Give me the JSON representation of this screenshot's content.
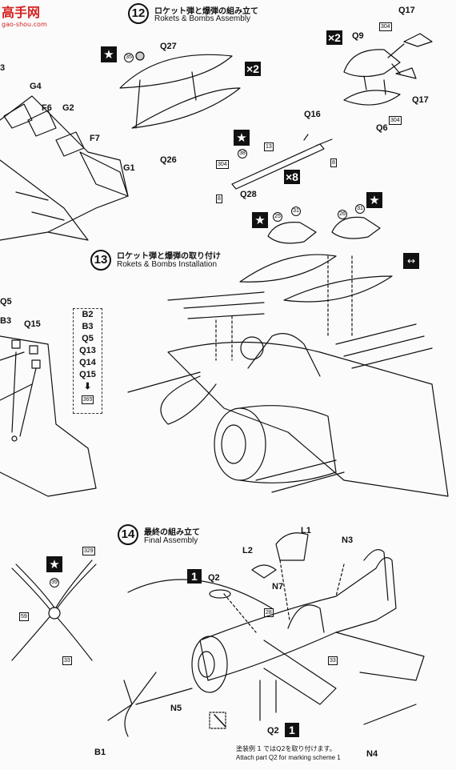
{
  "watermark": {
    "main": "高手网",
    "sub": "gao-shou.com"
  },
  "steps": [
    {
      "number": "12",
      "jp": "ロケット弾と爆弾の組み立て",
      "en": "Rokets & Bombs Assembly"
    },
    {
      "number": "13",
      "jp": "ロケット弾と爆弾の取り付け",
      "en": "Rokets & Bombs Installation"
    },
    {
      "number": "14",
      "jp": "最終の組み立て",
      "en": "Final Assembly"
    }
  ],
  "multipliers": {
    "x2_a": "×2",
    "x2_b": "×2",
    "x8": "×8"
  },
  "star_glyph": "★",
  "swap_icon": "↔",
  "parts": {
    "Q17a": "Q17",
    "Q9": "Q9",
    "Q17b": "Q17",
    "Q6": "Q6",
    "Q27": "Q27",
    "Q26": "Q26",
    "Q16": "Q16",
    "Q28": "Q28",
    "G4": "G4",
    "F6": "F6",
    "G2": "G2",
    "F7": "F7",
    "G1": "G1",
    "B3_edge": "3",
    "Q5": "Q5",
    "B3": "B3",
    "Q15": "Q15",
    "L1": "L1",
    "L2": "L2",
    "N3": "N3",
    "Q2a": "Q2",
    "N7": "N7",
    "N5": "N5",
    "B1": "B1",
    "Q2b": "Q2",
    "N4": "N4"
  },
  "callouts": {
    "c35": "35",
    "c38": "38",
    "c304a": "304",
    "c304b": "304",
    "c304c": "304",
    "c13": "13",
    "c8a": "8",
    "c8b": "8",
    "c25": "25",
    "c31a": "31",
    "c26": "26",
    "c31b": "31",
    "c329": "329",
    "c39": "39",
    "c59": "59",
    "c33a": "33",
    "c33b": "33",
    "c28": "28"
  },
  "part_list": {
    "items": [
      "B2",
      "B3",
      "Q5",
      "Q13",
      "Q14",
      "Q15"
    ],
    "arrow": "⬇",
    "box": "365"
  },
  "marking_scheme": "1",
  "footnote": {
    "jp": "塗装例 1 ではQ2を取り付けます。",
    "en": "Attach part Q2 for marking scheme 1"
  }
}
